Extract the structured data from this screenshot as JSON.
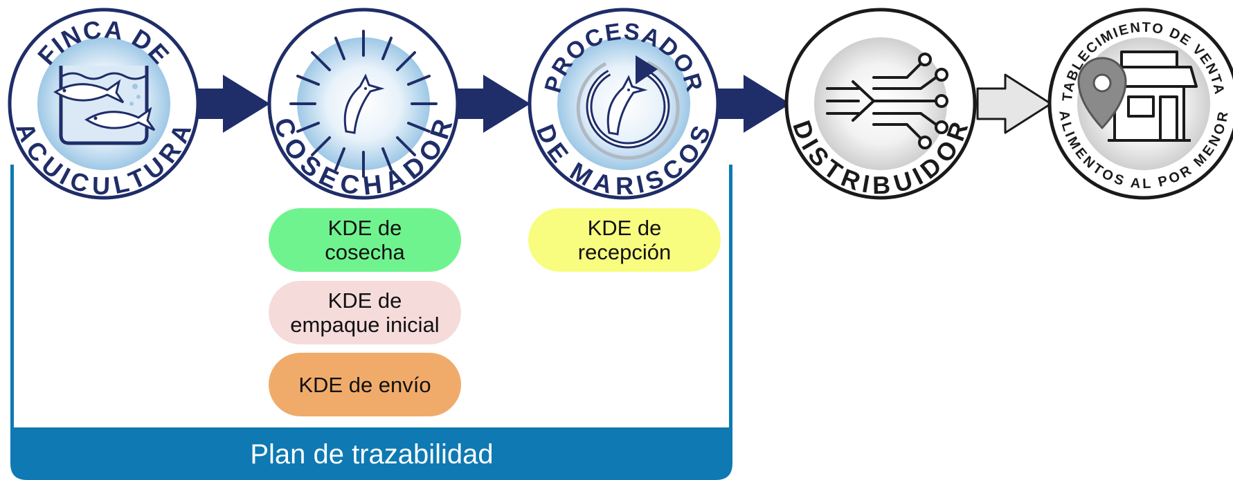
{
  "colors": {
    "navy": "#1f2d68",
    "plan_blue": "#0e79b2",
    "harvest_kde": "#6ff38f",
    "packing_kde": "#f6dbdb",
    "shipping_kde": "#f0ab6b",
    "receiving_kde": "#f8fc7f",
    "inactive_gray": "#1a1a1a"
  },
  "nodes": [
    {
      "top": "FINCA DE",
      "bottom": "ACUICULTURA",
      "icon": "fish-tank-icon",
      "active": true
    },
    {
      "top": "",
      "bottom": "COSECHADOR",
      "icon": "fish-burst-icon",
      "active": true
    },
    {
      "top": "PROCESADOR",
      "bottom": "DE MARISCOS",
      "icon": "fish-cycle-icon",
      "active": true
    },
    {
      "top": "",
      "bottom": "DISTRIBUIDOR",
      "icon": "distribution-network-icon",
      "active": false
    },
    {
      "top": "ESTABLECIMIENTO DE VENTA DE",
      "bottom": "ALIMENTOS AL POR MENOR",
      "icon": "retail-store-icon",
      "active": false
    }
  ],
  "kdes": {
    "harvest": {
      "line1": "KDE de",
      "line2": "cosecha"
    },
    "packing": {
      "line1": "KDE de",
      "line2": "empaque inicial"
    },
    "shipping": {
      "line1": "KDE de envío"
    },
    "receiving": {
      "line1": "KDE de",
      "line2": "recepción"
    }
  },
  "plan": {
    "label": "Plan de trazabilidad"
  }
}
